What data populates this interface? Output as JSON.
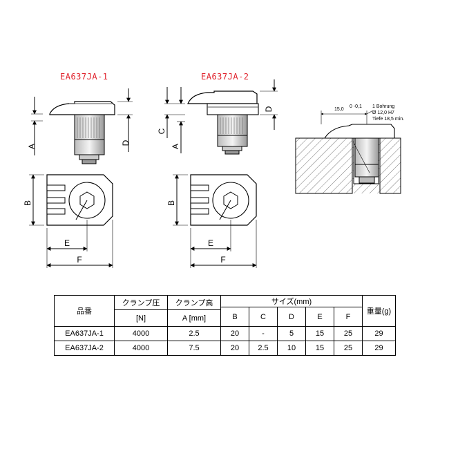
{
  "drawings": {
    "part1_title": "EA637JA-1",
    "part2_title": "EA637JA-2",
    "dims": {
      "A": "A",
      "B": "B",
      "C": "C",
      "D": "D",
      "E": "E",
      "F": "F"
    },
    "install_note": {
      "dimension": "15,0",
      "tolerance": "0 -0,1",
      "line1": "1 Bohrung",
      "line2": "Ø 12,0 H7",
      "line3": "Tiefe 18,5 min."
    }
  },
  "table": {
    "headers": {
      "model": "品番",
      "clamp_force": "クランプ圧",
      "clamp_height": "クランプ高",
      "size": "サイズ(mm)",
      "weight": "重量(g)",
      "force_unit": "[N]",
      "height_unit": "A [mm]",
      "size_cols": [
        "B",
        "C",
        "D",
        "E",
        "F"
      ]
    },
    "rows": [
      {
        "model": "EA637JA-1",
        "force": "4000",
        "height": "2.5",
        "B": "20",
        "C": "-",
        "D": "5",
        "E": "15",
        "F": "25",
        "weight": "29"
      },
      {
        "model": "EA637JA-2",
        "force": "4000",
        "height": "7.5",
        "B": "20",
        "C": "2.5",
        "D": "10",
        "E": "15",
        "F": "25",
        "weight": "29"
      }
    ]
  }
}
